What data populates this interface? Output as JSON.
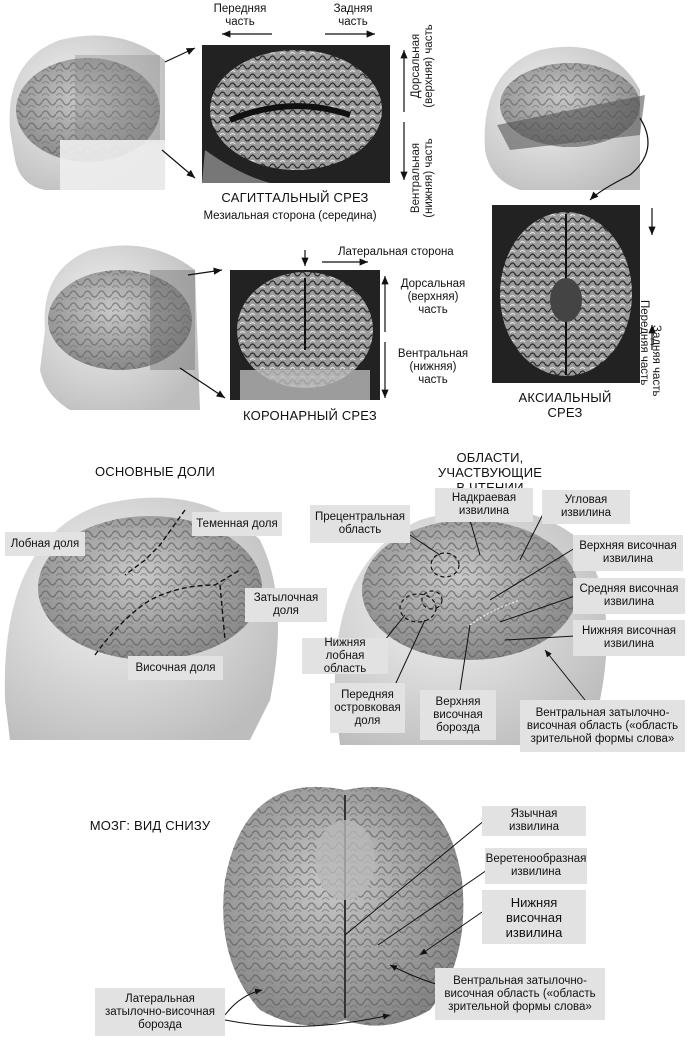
{
  "sagittal": {
    "anterior": "Передняя\nчасть",
    "posterior": "Задняя\nчасть",
    "dorsal": "Дорсальная\n(верхняя) часть",
    "ventral": "Вентральная\n(нижняя) часть",
    "title": "САГИТТАЛЬНЫЙ СРЕЗ",
    "mesial": "Мезиальная сторона (середина)"
  },
  "coronal": {
    "lateral": "Латеральная сторона",
    "dorsal": "Дорсальная\n(верхняя)\nчасть",
    "ventral": "Вентральная\n(нижняя)\nчасть",
    "title": "КОРОНАРНЫЙ СРЕЗ"
  },
  "axial": {
    "anterior": "Передняя часть",
    "posterior": "Задняя часть",
    "title": "АКСИАЛЬНЫЙ\nСРЕЗ"
  },
  "lobes": {
    "title": "ОСНОВНЫЕ ДОЛИ",
    "frontal": "Лобная доля",
    "parietal": "Теменная доля",
    "occipital": "Затылочная\nдоля",
    "temporal": "Височная доля"
  },
  "reading": {
    "title": "ОБЛАСТИ, УЧАСТВУЮЩИЕ\nВ ЧТЕНИИ",
    "precentral": "Прецентральная\nобласть",
    "supramarginal": "Надкраевая\nизвилина",
    "angular": "Угловая\nизвилина",
    "superior_temporal": "Верхняя височная\nизвилина",
    "middle_temporal": "Средняя височная\nизвилина",
    "inferior_temporal": "Нижняя височная\nизвилина",
    "inferior_frontal": "Нижняя лобная\nобласть",
    "anterior_insula": "Передняя\nостровковая\nдоля",
    "superior_temporal_sulcus": "Верхняя\nвисочная\nборозда",
    "vwfa": "Вентральная затылочно-\nвисочная область («область\nзрительной формы слова»"
  },
  "bottom": {
    "title": "МОЗГ: ВИД СНИЗУ",
    "lingual": "Язычная извилина",
    "fusiform": "Веретенообразная\nизвилина",
    "inferior_temporal": "Нижняя\nвисочная\nизвилина",
    "vwfa": "Вентральная затылочно-\nвисочная область («область\nзрительной формы слова»",
    "lateral_sulcus": "Латеральная\nзатылочно-височная\nборозда"
  },
  "colors": {
    "label_box": "#e2e2e2",
    "head": "#d4d4d4",
    "brain": "#9a9a9a",
    "mri_dark": "#2a2a2a"
  }
}
